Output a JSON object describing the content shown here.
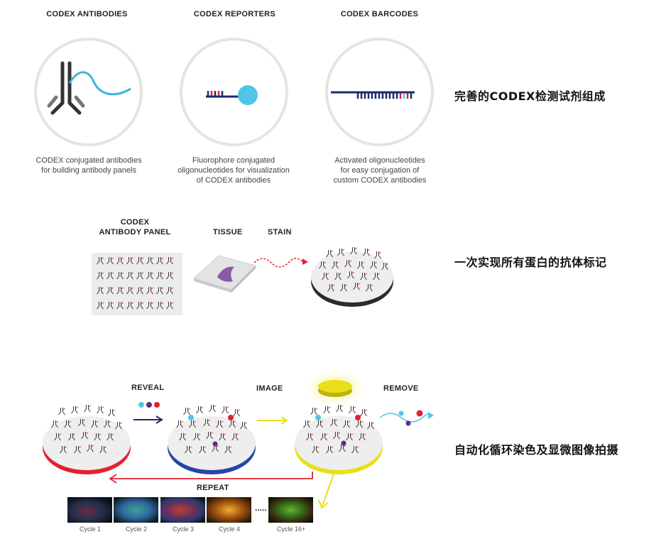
{
  "top": {
    "antibodies": {
      "title": "CODEX ANTIBODIES",
      "caption_l1": "CODEX conjugated antibodies",
      "caption_l2": "for building antibody panels"
    },
    "reporters": {
      "title": "CODEX REPORTERS",
      "caption_l1": "Fluorophore conjugated",
      "caption_l2": "oligonucleotides for visualization",
      "caption_l3": "of CODEX antibodies"
    },
    "barcodes": {
      "title": "CODEX BARCODES",
      "caption_l1": "Activated oligonucleotides",
      "caption_l2": "for easy conjugation of",
      "caption_l3": "custom CODEX antibodies"
    },
    "cn_label": "完善的CODEX检测试剂组成"
  },
  "middle": {
    "panel_l1": "CODEX",
    "panel_l2": "ANTIBODY PANEL",
    "tissue": "TISSUE",
    "stain": "STAIN",
    "cn_label": "一次实现所有蛋白的抗体标记"
  },
  "bottom": {
    "reveal": "REVEAL",
    "image": "IMAGE",
    "remove": "REMOVE",
    "repeat": "REPEAT",
    "ellipsis": ".....",
    "cycles": [
      "Cycle 1",
      "Cycle 2",
      "Cycle 3",
      "Cycle 4",
      "Cycle 16+"
    ],
    "cn_label": "自动化循环染色及显微图像拍摄"
  },
  "colors": {
    "cyan": "#4ec6e8",
    "navy": "#1f2a6b",
    "red": "#e3202f",
    "purple": "#5a2d86",
    "yellow": "#e8df1a",
    "blue": "#2447a6"
  }
}
